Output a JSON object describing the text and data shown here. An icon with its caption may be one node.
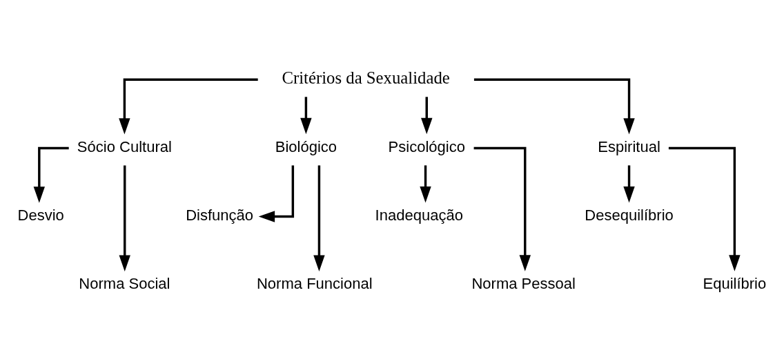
{
  "diagram": {
    "nodes": [
      {
        "text": [
          "Critérios da Sexualidade"
        ]
      },
      {
        "text": [
          "Sócio Cultural"
        ]
      },
      {
        "text": [
          "Biológico"
        ]
      },
      {
        "text": [
          "Psicológico"
        ]
      },
      {
        "text": [
          "Espiritual"
        ]
      },
      {
        "text": [
          "Desvio"
        ]
      },
      {
        "text": [
          "Norma Social"
        ]
      },
      {
        "text": [
          "Disfunção"
        ]
      },
      {
        "text": [
          "Norma Funcional"
        ]
      },
      {
        "text": [
          "Inadequação"
        ]
      },
      {
        "text": [
          "Norma Pessoal"
        ]
      },
      {
        "text": [
          "Desequilíbrio"
        ]
      },
      {
        "text": [
          "Equilíbrio"
        ]
      }
    ],
    "edges": [
      {
        "from": 0,
        "to": 1,
        "arrow": "to"
      },
      {
        "from": 0,
        "to": 2,
        "arrow": "to"
      },
      {
        "from": 0,
        "to": 3,
        "arrow": "to"
      },
      {
        "from": 0,
        "to": 4,
        "arrow": "to"
      },
      {
        "from": 1,
        "to": 5,
        "arrow": "to"
      },
      {
        "from": 1,
        "to": 6,
        "arrow": "to"
      },
      {
        "from": 2,
        "to": 7,
        "arrow": "to"
      },
      {
        "from": 2,
        "to": 8,
        "arrow": "to"
      },
      {
        "from": 3,
        "to": 9,
        "arrow": "to"
      },
      {
        "from": 3,
        "to": 10,
        "arrow": "to"
      },
      {
        "from": 4,
        "to": 11,
        "arrow": "to"
      },
      {
        "from": 4,
        "to": 12,
        "arrow": "to"
      }
    ]
  }
}
